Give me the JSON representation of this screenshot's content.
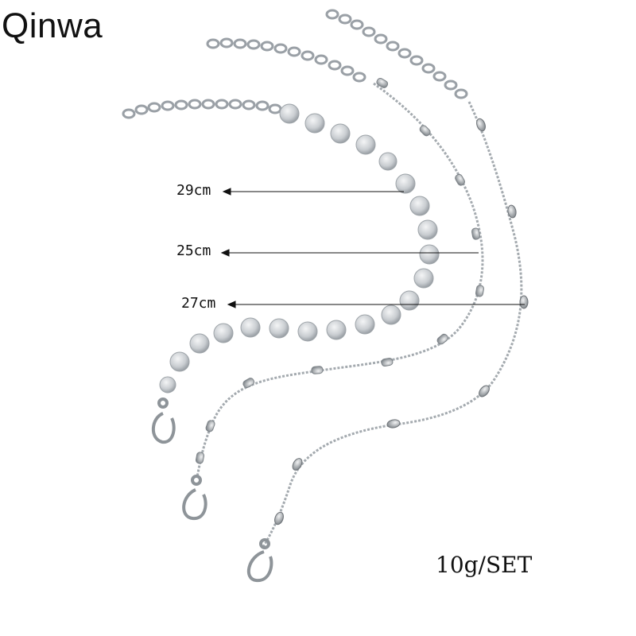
{
  "brand": {
    "name": "Qinwa"
  },
  "measurements": [
    {
      "label": "29cm"
    },
    {
      "label": "25cm"
    },
    {
      "label": "27cm"
    }
  ],
  "weight": {
    "label": "10g/SET"
  },
  "colors": {
    "background": "#ffffff",
    "metal": "#a9aeb3",
    "metal_dark": "#6e7378",
    "ink": "#111111"
  }
}
